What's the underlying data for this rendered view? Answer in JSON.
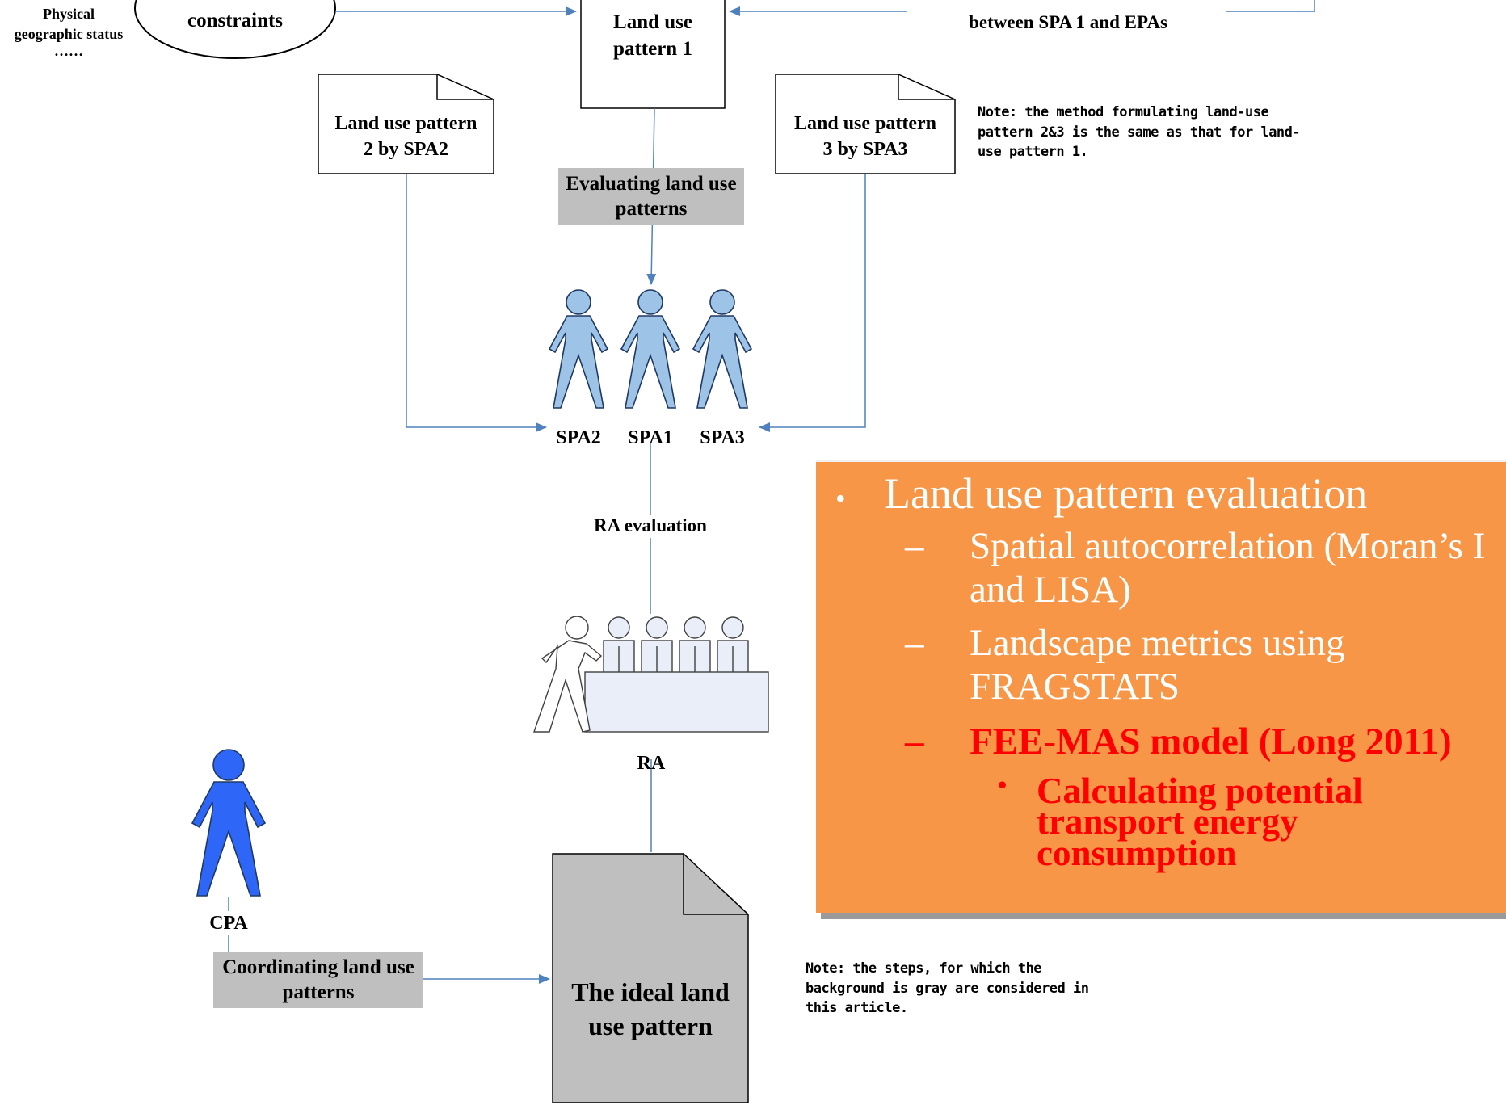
{
  "top_left_labels": [
    "Physical",
    "geographic status",
    "……"
  ],
  "constraints_oval": "constraints",
  "pattern1_box": [
    "Land use",
    "pattern 1"
  ],
  "coordination_text": "between SPA 1 and EPAs",
  "pattern2_doc": [
    "Land use pattern",
    "2 by SPA2"
  ],
  "pattern3_doc": [
    "Land use pattern",
    "3 by SPA3"
  ],
  "note_top": [
    "Note: the method formulating land-use",
    "pattern 2&3 is the same as that for land-",
    "use pattern 1."
  ],
  "evaluating_box": [
    "Evaluating land use",
    "patterns"
  ],
  "spa_labels": [
    "SPA2",
    "SPA1",
    "SPA3"
  ],
  "ra_evaluation": "RA evaluation",
  "ra_label": "RA",
  "cpa_label": "CPA",
  "coordinating_box": [
    "Coordinating land use",
    "patterns"
  ],
  "ideal_doc": [
    "The ideal land",
    "use pattern"
  ],
  "note_bottom": [
    "Note: the steps, for which the",
    "background is gray are considered in",
    "this article."
  ],
  "panel": {
    "bullet": "•",
    "dash": "–",
    "title": "Land use pattern evaluation",
    "items": [
      "Spatial autocorrelation (Moran’s I and LISA)",
      "Landscape metrics using FRAGSTATS",
      "FEE-MAS model (Long 2011)"
    ],
    "subitem": "Calculating potential transport energy consumption"
  },
  "colors": {
    "panel_bg": "#f79646",
    "line_blue": "#4f81bd",
    "person_light": "#9dc3e6",
    "person_dark": "#2e67f8",
    "grey_fill": "#bfbfbf",
    "highlight_red": "#ff0000"
  }
}
